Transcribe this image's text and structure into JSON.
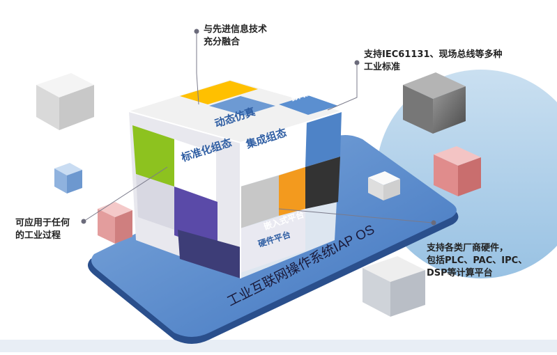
{
  "platform": {
    "label": "工业互联网操作系统IAP OS",
    "colors": {
      "platform_top": "#5c8fcf",
      "platform_side": "#2f5ea3",
      "circle": "#9fc7e6"
    }
  },
  "cube_faces": {
    "top_row": [
      "",
      "",
      "协同控制化"
    ],
    "front_labels": [
      "动态仿真",
      "集成组态",
      "标准化组态"
    ],
    "side_labels": [
      "嵌入式平台"
    ],
    "bottom_labels": [
      "硬件平台"
    ]
  },
  "callouts": {
    "top": {
      "line1": "与先进信息技术",
      "line2": "充分融合"
    },
    "top_right": {
      "line1": "支持IEC61131、现场总线等多种",
      "line2": "工业标准"
    },
    "left": {
      "line1": "可应用于任何",
      "line2": "的工业过程"
    },
    "right": {
      "line1": "支持各类厂商硬件，",
      "line2": "包括PLC、PAC、IPC、",
      "line3": "DSP等计算平台"
    }
  }
}
